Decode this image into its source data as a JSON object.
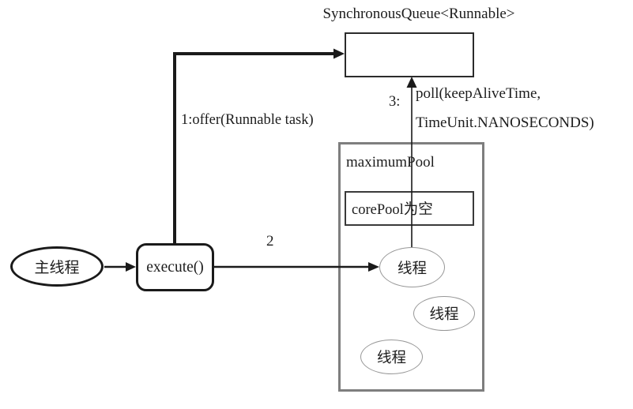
{
  "title": "SynchronousQueue<Runnable>",
  "nodes": {
    "main_thread": {
      "label": "主线程"
    },
    "execute": {
      "label": "execute()"
    },
    "maximum_pool": {
      "label": "maximumPool"
    },
    "core_pool": {
      "label": "corePool为空"
    },
    "thread1": {
      "label": "线程"
    },
    "thread2": {
      "label": "线程"
    },
    "thread3": {
      "label": "线程"
    }
  },
  "edges": {
    "offer": {
      "label": "1:offer(Runnable task)"
    },
    "step2": {
      "label": "2"
    },
    "poll": {
      "prefix": "3:",
      "line1": "poll(keepAliveTime,",
      "line2": "TimeUnit.NANOSECONDS)"
    }
  },
  "colors": {
    "background": "#ffffff",
    "line": "#1a1a1a",
    "queue_border": "#2b2b2b",
    "pool_border": "#7e7e7e",
    "thread_ellipse_border": "#979797",
    "text": "#1d1d1d"
  }
}
